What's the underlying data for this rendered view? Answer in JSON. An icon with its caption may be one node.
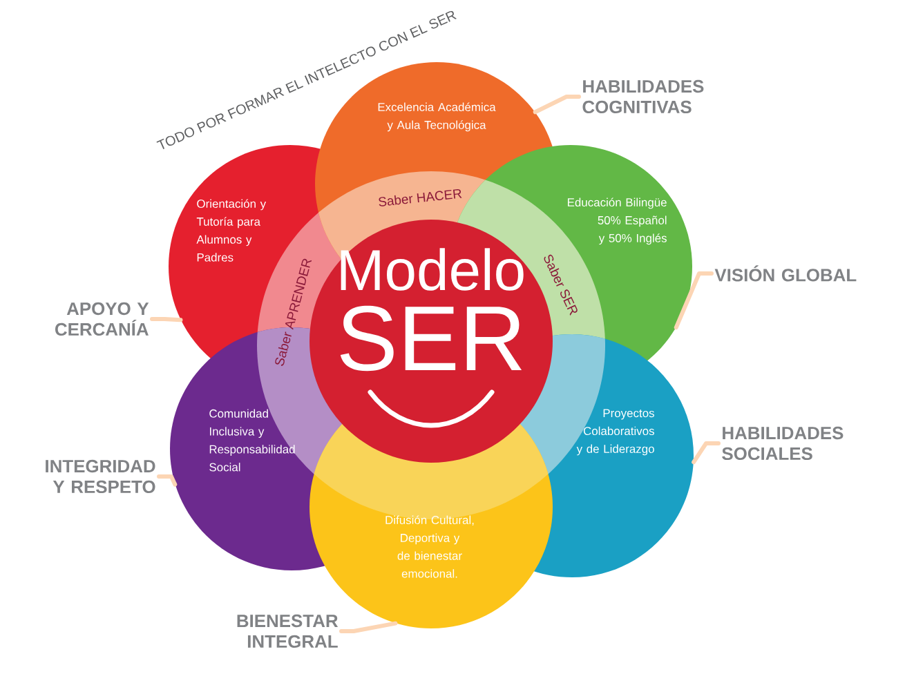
{
  "diagram": {
    "title": "TODO POR FORMAR EL INTELECTO CON EL SER",
    "nodes": [
      {
        "text": [
          "Excelencia Académica y Aula Tecnológica"
        ]
      },
      {
        "text": [
          "Orientación y Tutoría para Alumnos y Padres"
        ]
      },
      {
        "text": [
          "Educación Bilingüe 50% Español y 50% Inglés"
        ]
      },
      {
        "text": [
          "Comunidad Inclusiva y Responsabilidad Social"
        ]
      },
      {
        "text": [
          "Proyectos Colaborativos y de Liderazgo"
        ]
      },
      {
        "text": [
          "Difusión Cultural, Deportiva y de bienestar emocional."
        ]
      },
      {
        "text": [
          "Modelo",
          "SER"
        ]
      },
      {
        "text": [
          "HABILIDADES COGNITIVAS"
        ]
      },
      {
        "text": [
          "VISIÓN GLOBAL"
        ]
      },
      {
        "text": [
          "APOYO Y CERCANÍA"
        ]
      },
      {
        "text": [
          "HABILIDADES SOCIALES"
        ]
      },
      {
        "text": [
          "INTEGRIDAD Y RESPETO"
        ]
      },
      {
        "text": [
          "BIENESTAR INTEGRAL"
        ]
      }
    ],
    "edges": [
      {
        "from": 7,
        "to": 0,
        "arrow": "none"
      },
      {
        "from": 8,
        "to": 2,
        "arrow": "none"
      },
      {
        "from": 9,
        "to": 1,
        "arrow": "none"
      },
      {
        "from": 10,
        "to": 4,
        "arrow": "none"
      },
      {
        "from": 11,
        "to": 3,
        "arrow": "none"
      },
      {
        "from": 12,
        "to": 5,
        "arrow": "none"
      }
    ],
    "labels": [
      "Saber HACER",
      "Saber SER",
      "Saber APRENDER"
    ]
  }
}
